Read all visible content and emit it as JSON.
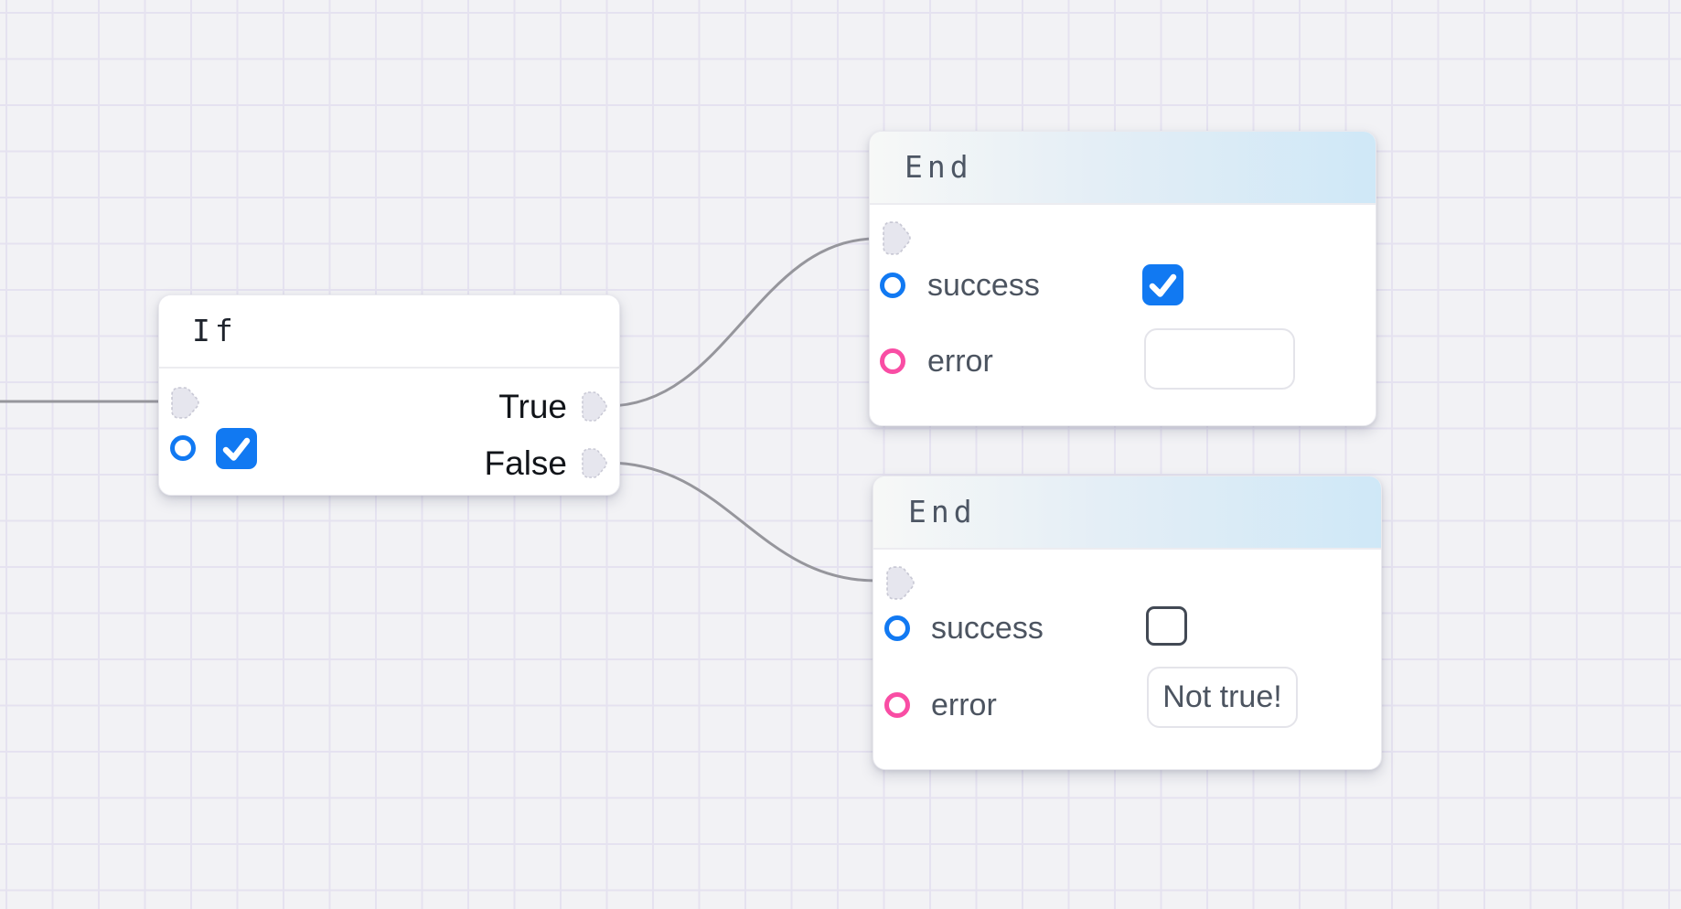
{
  "canvas": {
    "background": "#f2f2f5",
    "grid_line_color": "#e5e2f0",
    "wire_color": "#96969c"
  },
  "colors": {
    "accent_blue": "#1179f2",
    "accent_pink": "#f94da4",
    "port_fill": "#e6e6ee",
    "end_header_gradient_start": "#f7f8f7",
    "end_header_gradient_end": "#cfe8f7"
  },
  "icons": {
    "port": "flow-port-arrow",
    "blue_handle": "blue-ring-handle",
    "pink_handle": "pink-ring-handle",
    "check": "checkmark"
  },
  "nodes": {
    "if": {
      "title": "If",
      "true_label": "True",
      "false_label": "False",
      "condition_checked": true
    },
    "end_top": {
      "title": "End",
      "success_label": "success",
      "error_label": "error",
      "success_checked": true,
      "error_value": ""
    },
    "end_bottom": {
      "title": "End",
      "success_label": "success",
      "error_label": "error",
      "success_checked": false,
      "error_value": "Not true!"
    }
  }
}
